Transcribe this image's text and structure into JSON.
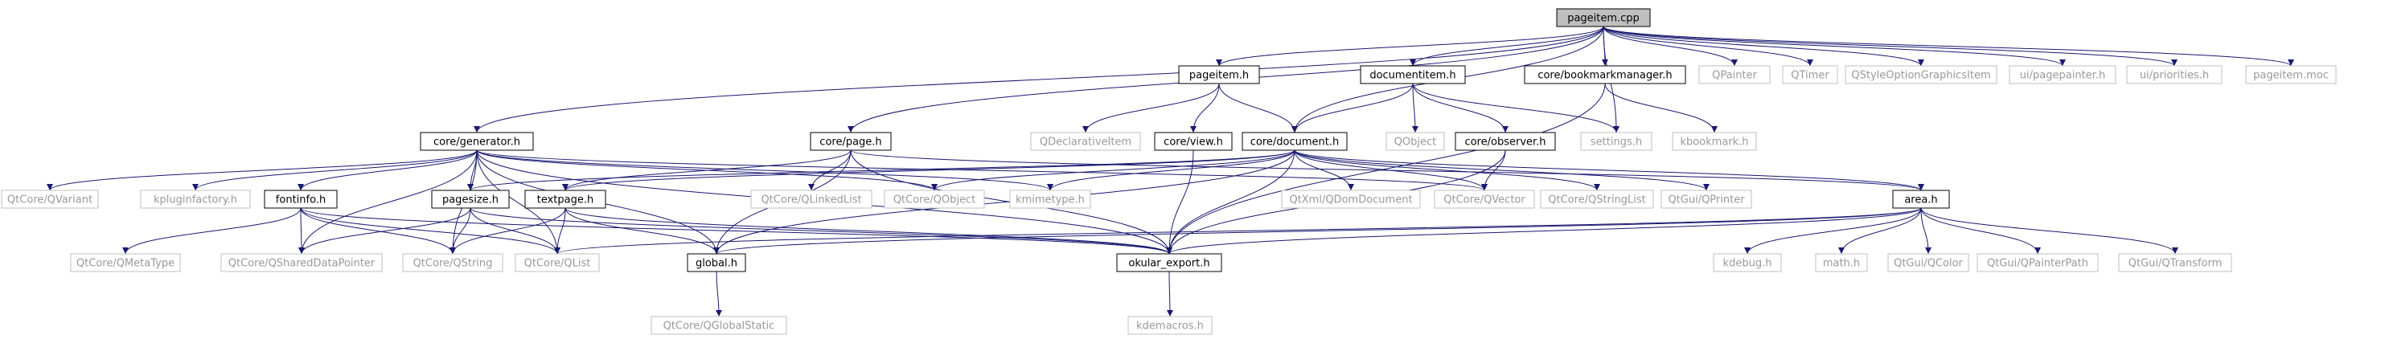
{
  "colors": {
    "edge": "#191970",
    "root_fill": "#bfbfbf",
    "documented_border": "#000000",
    "external_border": "#bfbfbf",
    "external_text": "#999999",
    "text": "#000000"
  },
  "nodes": [
    {
      "id": "pageitem_cpp",
      "label": "pageitem.cpp",
      "kind": "root"
    },
    {
      "id": "pageitem_h",
      "label": "pageitem.h",
      "kind": "documented"
    },
    {
      "id": "documentitem_h",
      "label": "documentitem.h",
      "kind": "documented"
    },
    {
      "id": "bookmarkmanager_h",
      "label": "core/bookmarkmanager.h",
      "kind": "documented"
    },
    {
      "id": "qpainter",
      "label": "QPainter",
      "kind": "external"
    },
    {
      "id": "qtimer",
      "label": "QTimer",
      "kind": "external"
    },
    {
      "id": "qstyleoption",
      "label": "QStyleOptionGraphicsItem",
      "kind": "external"
    },
    {
      "id": "pagepainter_h",
      "label": "ui/pagepainter.h",
      "kind": "external"
    },
    {
      "id": "priorities_h",
      "label": "ui/priorities.h",
      "kind": "external"
    },
    {
      "id": "pageitem_moc",
      "label": "pageitem.moc",
      "kind": "external"
    },
    {
      "id": "generator_h",
      "label": "core/generator.h",
      "kind": "documented"
    },
    {
      "id": "page_h",
      "label": "core/page.h",
      "kind": "documented"
    },
    {
      "id": "qdeclarativeitem",
      "label": "QDeclarativeItem",
      "kind": "external"
    },
    {
      "id": "view_h",
      "label": "core/view.h",
      "kind": "documented"
    },
    {
      "id": "document_h",
      "label": "core/document.h",
      "kind": "documented"
    },
    {
      "id": "qobject",
      "label": "QObject",
      "kind": "external"
    },
    {
      "id": "observer_h",
      "label": "core/observer.h",
      "kind": "documented"
    },
    {
      "id": "settings_h",
      "label": "settings.h",
      "kind": "external"
    },
    {
      "id": "kbookmark_h",
      "label": "kbookmark.h",
      "kind": "external"
    },
    {
      "id": "qtcore_qvariant",
      "label": "QtCore/QVariant",
      "kind": "external"
    },
    {
      "id": "kpluginfactory_h",
      "label": "kpluginfactory.h",
      "kind": "external"
    },
    {
      "id": "fontinfo_h",
      "label": "fontinfo.h",
      "kind": "documented"
    },
    {
      "id": "pagesize_h",
      "label": "pagesize.h",
      "kind": "documented"
    },
    {
      "id": "textpage_h",
      "label": "textpage.h",
      "kind": "documented"
    },
    {
      "id": "qtcore_qlinkedlist",
      "label": "QtCore/QLinkedList",
      "kind": "external"
    },
    {
      "id": "qtcore_qobject",
      "label": "QtCore/QObject",
      "kind": "external"
    },
    {
      "id": "kmimetype_h",
      "label": "kmimetype.h",
      "kind": "external"
    },
    {
      "id": "qtxml_qdomdocument",
      "label": "QtXml/QDomDocument",
      "kind": "external"
    },
    {
      "id": "qtcore_qvector",
      "label": "QtCore/QVector",
      "kind": "external"
    },
    {
      "id": "qtcore_qstringlist",
      "label": "QtCore/QStringList",
      "kind": "external"
    },
    {
      "id": "qtgui_qprinter",
      "label": "QtGui/QPrinter",
      "kind": "external"
    },
    {
      "id": "area_h",
      "label": "area.h",
      "kind": "documented"
    },
    {
      "id": "qtcore_qmetatype",
      "label": "QtCore/QMetaType",
      "kind": "external"
    },
    {
      "id": "qtcore_qshareddatapointer",
      "label": "QtCore/QSharedDataPointer",
      "kind": "external"
    },
    {
      "id": "qtcore_qstring",
      "label": "QtCore/QString",
      "kind": "external"
    },
    {
      "id": "qtcore_qlist",
      "label": "QtCore/QList",
      "kind": "external"
    },
    {
      "id": "global_h",
      "label": "global.h",
      "kind": "documented"
    },
    {
      "id": "okular_export_h",
      "label": "okular_export.h",
      "kind": "documented"
    },
    {
      "id": "kdebug_h",
      "label": "kdebug.h",
      "kind": "external"
    },
    {
      "id": "math_h",
      "label": "math.h",
      "kind": "external"
    },
    {
      "id": "qtgui_qcolor",
      "label": "QtGui/QColor",
      "kind": "external"
    },
    {
      "id": "qtgui_qpainterpath",
      "label": "QtGui/QPainterPath",
      "kind": "external"
    },
    {
      "id": "qtgui_qtransform",
      "label": "QtGui/QTransform",
      "kind": "external"
    },
    {
      "id": "qtcore_qglobalstatic",
      "label": "QtCore/QGlobalStatic",
      "kind": "external"
    },
    {
      "id": "kdemacros_h",
      "label": "kdemacros.h",
      "kind": "external"
    }
  ],
  "edges": [
    [
      "pageitem_cpp",
      "pageitem_h"
    ],
    [
      "pageitem_cpp",
      "documentitem_h"
    ],
    [
      "pageitem_cpp",
      "bookmarkmanager_h"
    ],
    [
      "pageitem_cpp",
      "qpainter"
    ],
    [
      "pageitem_cpp",
      "qtimer"
    ],
    [
      "pageitem_cpp",
      "qstyleoption"
    ],
    [
      "pageitem_cpp",
      "pagepainter_h"
    ],
    [
      "pageitem_cpp",
      "priorities_h"
    ],
    [
      "pageitem_cpp",
      "pageitem_moc"
    ],
    [
      "pageitem_cpp",
      "generator_h"
    ],
    [
      "pageitem_cpp",
      "page_h"
    ],
    [
      "pageitem_cpp",
      "document_h"
    ],
    [
      "pageitem_cpp",
      "settings_h"
    ],
    [
      "pageitem_h",
      "qdeclarativeitem"
    ],
    [
      "pageitem_h",
      "view_h"
    ],
    [
      "pageitem_h",
      "document_h"
    ],
    [
      "documentitem_h",
      "document_h"
    ],
    [
      "documentitem_h",
      "qobject"
    ],
    [
      "documentitem_h",
      "observer_h"
    ],
    [
      "documentitem_h",
      "settings_h"
    ],
    [
      "bookmarkmanager_h",
      "kbookmark_h"
    ],
    [
      "bookmarkmanager_h",
      "okular_export_h"
    ],
    [
      "generator_h",
      "qtcore_qvariant"
    ],
    [
      "generator_h",
      "kpluginfactory_h"
    ],
    [
      "generator_h",
      "fontinfo_h"
    ],
    [
      "generator_h",
      "pagesize_h"
    ],
    [
      "generator_h",
      "qtcore_qobject"
    ],
    [
      "generator_h",
      "kmimetype_h"
    ],
    [
      "generator_h",
      "qtcore_qshareddatapointer"
    ],
    [
      "generator_h",
      "qtcore_qstring"
    ],
    [
      "generator_h",
      "qtcore_qlist"
    ],
    [
      "generator_h",
      "global_h"
    ],
    [
      "generator_h",
      "okular_export_h"
    ],
    [
      "generator_h",
      "qtcore_qvector"
    ],
    [
      "page_h",
      "textpage_h"
    ],
    [
      "page_h",
      "qtcore_qlinkedlist"
    ],
    [
      "page_h",
      "global_h"
    ],
    [
      "page_h",
      "okular_export_h"
    ],
    [
      "page_h",
      "area_h"
    ],
    [
      "view_h",
      "okular_export_h"
    ],
    [
      "document_h",
      "pagesize_h"
    ],
    [
      "document_h",
      "textpage_h"
    ],
    [
      "document_h",
      "qtcore_qobject"
    ],
    [
      "document_h",
      "kmimetype_h"
    ],
    [
      "document_h",
      "qtxml_qdomdocument"
    ],
    [
      "document_h",
      "qtcore_qvector"
    ],
    [
      "document_h",
      "qtcore_qstringlist"
    ],
    [
      "document_h",
      "qtgui_qprinter"
    ],
    [
      "document_h",
      "area_h"
    ],
    [
      "document_h",
      "global_h"
    ],
    [
      "document_h",
      "okular_export_h"
    ],
    [
      "observer_h",
      "qtcore_qvector"
    ],
    [
      "observer_h",
      "okular_export_h"
    ],
    [
      "fontinfo_h",
      "qtcore_qmetatype"
    ],
    [
      "fontinfo_h",
      "qtcore_qshareddatapointer"
    ],
    [
      "fontinfo_h",
      "qtcore_qstring"
    ],
    [
      "fontinfo_h",
      "qtcore_qlist"
    ],
    [
      "fontinfo_h",
      "okular_export_h"
    ],
    [
      "pagesize_h",
      "qtcore_qshareddatapointer"
    ],
    [
      "pagesize_h",
      "qtcore_qstring"
    ],
    [
      "pagesize_h",
      "qtcore_qlist"
    ],
    [
      "pagesize_h",
      "okular_export_h"
    ],
    [
      "textpage_h",
      "qtcore_qstring"
    ],
    [
      "textpage_h",
      "qtcore_qlist"
    ],
    [
      "textpage_h",
      "global_h"
    ],
    [
      "textpage_h",
      "okular_export_h"
    ],
    [
      "area_h",
      "qtcore_qlist"
    ],
    [
      "area_h",
      "global_h"
    ],
    [
      "area_h",
      "okular_export_h"
    ],
    [
      "area_h",
      "kdebug_h"
    ],
    [
      "area_h",
      "math_h"
    ],
    [
      "area_h",
      "qtgui_qcolor"
    ],
    [
      "area_h",
      "qtgui_qpainterpath"
    ],
    [
      "area_h",
      "qtgui_qtransform"
    ],
    [
      "global_h",
      "qtcore_qglobalstatic"
    ],
    [
      "okular_export_h",
      "kdemacros_h"
    ]
  ]
}
